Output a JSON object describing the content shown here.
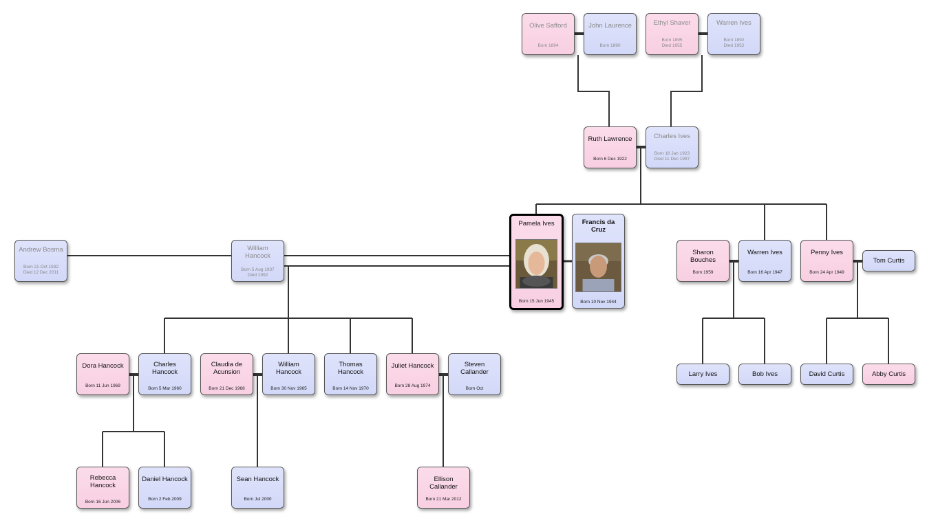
{
  "people": {
    "olive_safford": {
      "name": "Olive Safford",
      "born": "Born 1894",
      "died": ""
    },
    "john_laurence": {
      "name": "John Laurence",
      "born": "Born 1890",
      "died": ""
    },
    "ethyl_shaver": {
      "name": "Ethyl Shaver",
      "born": "Born 1895",
      "died": "Died 1955"
    },
    "warren_ives_sr": {
      "name": "Warren Ives",
      "born": "Born 1892",
      "died": "Died 1952"
    },
    "ruth_lawrence": {
      "name": "Ruth Lawrence",
      "born": "Born 6 Dec 1922",
      "died": ""
    },
    "charles_ives": {
      "name": "Charles Ives",
      "born": "Born 16 Jan 1923",
      "died": "Died 11 Dec 1997"
    },
    "pamela_ives": {
      "name": "Pamela Ives",
      "born": "Born 15 Jun 1945",
      "died": ""
    },
    "francis_da_cruz": {
      "name": "Francis da Cruz",
      "born": "Born 10 Nov 1944",
      "died": ""
    },
    "andrew_bosma": {
      "name": "Andrew Bosma",
      "born": "Born 21 Oct 1932",
      "died": "Died 12 Dec 2011"
    },
    "william_hancock": {
      "name": "William Hancock",
      "born": "Born 5 Aug 1937",
      "died": "Died 1992"
    },
    "sharon_bouches": {
      "name": "Sharon Bouches",
      "born": "Born 1959",
      "died": ""
    },
    "warren_ives": {
      "name": "Warren Ives",
      "born": "Born 16 Apr 1947",
      "died": ""
    },
    "penny_ives": {
      "name": "Penny Ives",
      "born": "Born 24 Apr 1949",
      "died": ""
    },
    "tom_curtis": {
      "name": "Tom Curtis",
      "born": "",
      "died": ""
    },
    "dora_hancock": {
      "name": "Dora Hancock",
      "born": "Born 11 Jun 1969",
      "died": ""
    },
    "charles_hancock": {
      "name": "Charles Hancock",
      "born": "Born 5 Mar 1960",
      "died": ""
    },
    "claudia_de_acunsion": {
      "name": "Claudia de Acunsion",
      "born": "Born 21 Dec 1968",
      "died": ""
    },
    "william_hancock_jr": {
      "name": "William Hancock",
      "born": "Born 30 Nov 1965",
      "died": ""
    },
    "thomas_hancock": {
      "name": "Thomas Hancock",
      "born": "Born 14 Nov 1970",
      "died": ""
    },
    "juliet_hancock": {
      "name": "Juliet Hancock",
      "born": "Born 28 Aug 1974",
      "died": ""
    },
    "steven_callander": {
      "name": "Steven Callander",
      "born": "Born Oct",
      "died": ""
    },
    "larry_ives": {
      "name": "Larry Ives",
      "born": "",
      "died": ""
    },
    "bob_ives": {
      "name": "Bob Ives",
      "born": "",
      "died": ""
    },
    "david_curtis": {
      "name": "David Curtis",
      "born": "",
      "died": ""
    },
    "abby_curtis": {
      "name": "Abby Curtis",
      "born": "",
      "died": ""
    },
    "rebecca_hancock": {
      "name": "Rebecca Hancock",
      "born": "Born 16 Jun 2006",
      "died": ""
    },
    "daniel_hancock": {
      "name": "Daniel Hancock",
      "born": "Born 2 Feb 2009",
      "died": ""
    },
    "sean_hancock": {
      "name": "Sean Hancock",
      "born": "Born Jul 2000",
      "died": ""
    },
    "ellison_callander": {
      "name": "Ellison Callander",
      "born": "Born 21 Mar 2012",
      "died": ""
    }
  },
  "colors": {
    "female": "#f8cfe2",
    "male": "#d2d8f8",
    "line": "#333333",
    "selected_border": "#000000"
  }
}
